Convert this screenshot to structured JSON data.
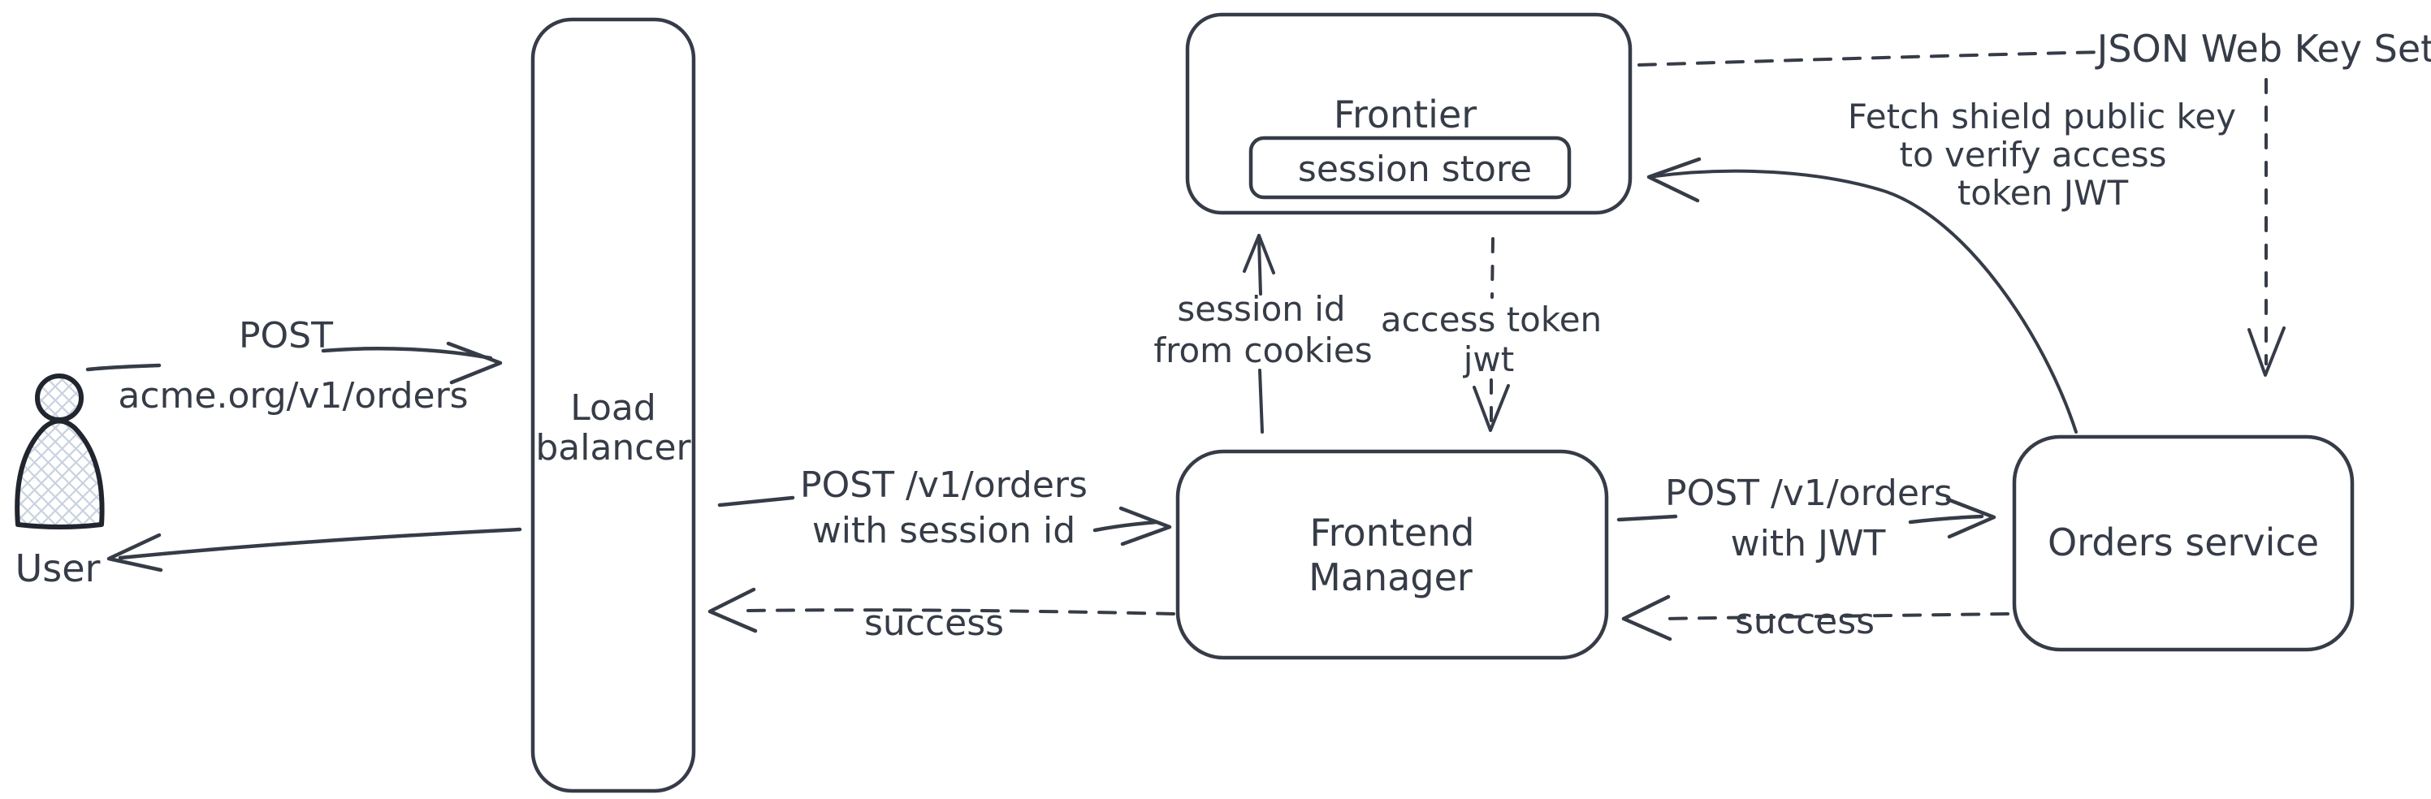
{
  "diagram": {
    "nodes": {
      "user": {
        "label": "User"
      },
      "load_balancer": {
        "line1": "Load",
        "line2": "balancer"
      },
      "frontier": {
        "label": "Frontier"
      },
      "session_store": {
        "label": "session store"
      },
      "frontend_manager": {
        "line1": "Frontend",
        "line2": "Manager"
      },
      "orders_service": {
        "label": "Orders service"
      }
    },
    "edges": {
      "user_to_lb": {
        "line1": "POST",
        "line2": "acme.org/v1/orders"
      },
      "lb_to_fm": {
        "line1": "POST /v1/orders",
        "line2": "with session id"
      },
      "fm_to_lb_success": {
        "label": "success"
      },
      "fm_to_frontier": {
        "line1": "session id",
        "line2": "from cookies"
      },
      "store_to_fm": {
        "line1": "access token",
        "line2": "jwt"
      },
      "fm_to_orders": {
        "line1": "POST /v1/orders",
        "line2": "with JWT"
      },
      "orders_to_fm_success": {
        "label": "success"
      },
      "orders_to_frontier_fetch": {
        "line1": "Fetch shield public key",
        "line2": "to verify access",
        "line3": "token JWT"
      },
      "frontier_to_jwks": {
        "label": "JSON Web Key Set"
      }
    },
    "colors": {
      "stroke": "#363c47",
      "hatch": "#c9d2de",
      "background": "#ffffff"
    }
  }
}
